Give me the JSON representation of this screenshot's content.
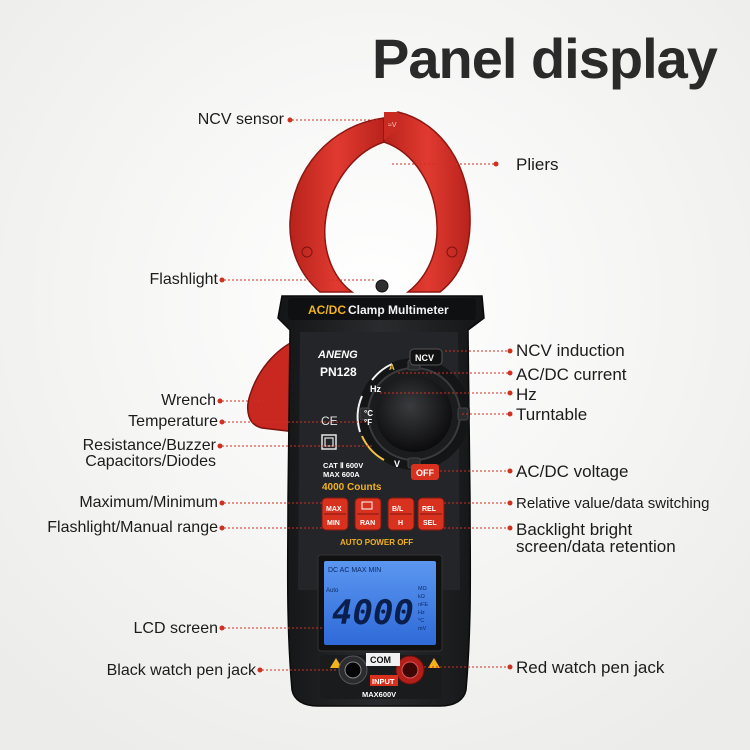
{
  "header": {
    "title": "Panel display"
  },
  "device": {
    "brand_title_prefix": "AC/DC",
    "brand_title_rest": " Clamp Multimeter",
    "brand": "ANENG",
    "model": "PN128",
    "ncv_button": "NCV",
    "dial_labels": {
      "acdc_a": "A",
      "hz": "Hz",
      "temp_c": "°C",
      "temp_f": "°F",
      "voltage": "V",
      "off": "OFF"
    },
    "ce": "CE",
    "cat_line1": "CAT Ⅱ 600V",
    "cat_line2": "MAX 600A",
    "counts": "4000 Counts",
    "buttons": [
      {
        "top": "MAX",
        "bottom": "MIN"
      },
      {
        "top": "",
        "bottom": "RAN"
      },
      {
        "top": "B/L",
        "bottom": "H"
      },
      {
        "top": "REL",
        "bottom": "SEL"
      }
    ],
    "auto_power_off": "AUTO POWER OFF",
    "lcd_reading": "4000",
    "lcd_top_row": "DC AC  MAX MIN",
    "lcd_left": "Auto",
    "lcd_units": [
      "MΩ",
      "kΩ",
      "nFE",
      "Hz",
      "°C",
      "mV"
    ],
    "jack_com": "COM",
    "jack_input": "INPUT",
    "jack_max": "MAX600V"
  },
  "labels": {
    "ncv_sensor": "NCV sensor",
    "pliers": "Pliers",
    "flashlight": "Flashlight",
    "ncv_induction": "NCV induction",
    "acdc_current": "AC/DC current",
    "hz": "Hz",
    "wrench": "Wrench",
    "turntable": "Turntable",
    "temperature": "Temperature",
    "resistance_buzzer": "Resistance/Buzzer",
    "capacitors_diodes": "Capacitors/Diodes",
    "acdc_voltage": "AC/DC voltage",
    "max_min": "Maximum/Minimum",
    "relative_value": "Relative value/data switching",
    "flashlight_manual": "Flashlight/Manual range",
    "backlight_1": "Backlight bright",
    "backlight_2": "screen/data retention",
    "lcd_screen": "LCD screen",
    "black_jack": "Black watch pen jack",
    "red_jack": "Red watch pen jack"
  },
  "colors": {
    "accent_red": "#e23b2c",
    "jaw_red": "#d8322a",
    "body_dark": "#1e1f21",
    "lcd_blue": "#3f7fe8",
    "counts_yellow": "#f2b21e",
    "pointer_red": "#d0301f"
  }
}
